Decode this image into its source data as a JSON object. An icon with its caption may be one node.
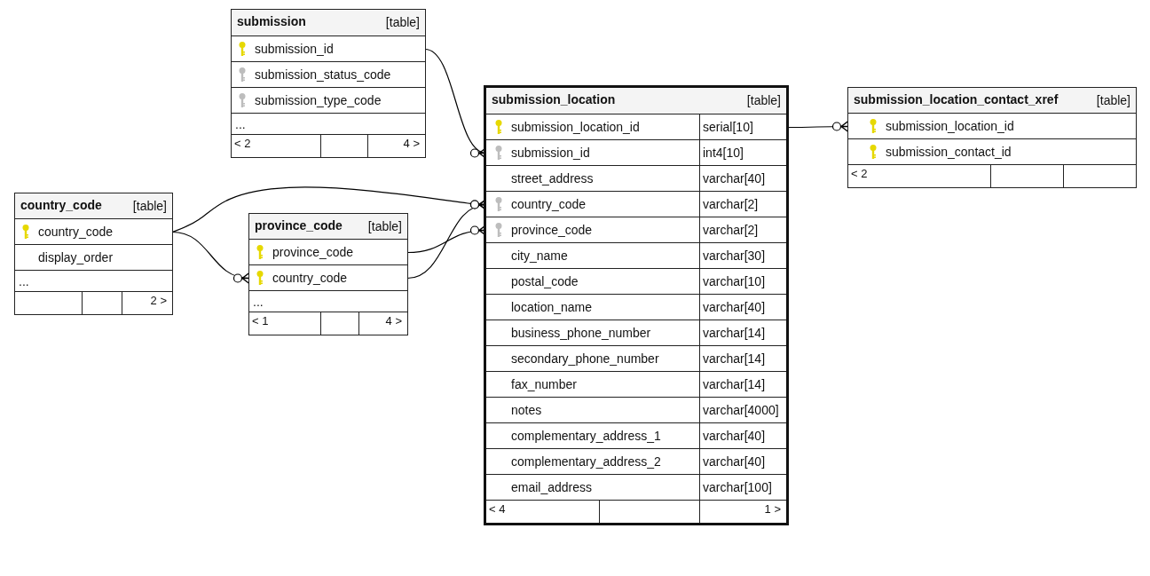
{
  "diagram": {
    "nodes": [
      {
        "text": [
          "submission",
          "[table]"
        ]
      },
      {
        "text": [
          "submission_id"
        ],
        "in": 0
      },
      {
        "text": [
          "submission_status_code"
        ],
        "in": 0
      },
      {
        "text": [
          "submission_type_code"
        ],
        "in": 0
      },
      {
        "text": [
          "..."
        ],
        "in": 0
      },
      {
        "text": [
          "< 2",
          "4 >"
        ],
        "in": 0
      },
      {
        "text": [
          "country_code",
          "[table]"
        ]
      },
      {
        "text": [
          "country_code"
        ],
        "in": 6
      },
      {
        "text": [
          "display_order"
        ],
        "in": 6
      },
      {
        "text": [
          "..."
        ],
        "in": 6
      },
      {
        "text": [
          "2 >"
        ],
        "in": 6
      },
      {
        "text": [
          "province_code",
          "[table]"
        ]
      },
      {
        "text": [
          "province_code"
        ],
        "in": 11
      },
      {
        "text": [
          "country_code"
        ],
        "in": 11
      },
      {
        "text": [
          "..."
        ],
        "in": 11
      },
      {
        "text": [
          "< 1",
          "4 >"
        ],
        "in": 11
      },
      {
        "text": [
          "submission_location",
          "[table]"
        ]
      },
      {
        "text": [
          "submission_location_id",
          "serial[10]"
        ],
        "in": 16
      },
      {
        "text": [
          "submission_id",
          "int4[10]"
        ],
        "in": 16
      },
      {
        "text": [
          "street_address",
          "varchar[40]"
        ],
        "in": 16
      },
      {
        "text": [
          "country_code",
          "varchar[2]"
        ],
        "in": 16
      },
      {
        "text": [
          "province_code",
          "varchar[2]"
        ],
        "in": 16
      },
      {
        "text": [
          "city_name",
          "varchar[30]"
        ],
        "in": 16
      },
      {
        "text": [
          "postal_code",
          "varchar[10]"
        ],
        "in": 16
      },
      {
        "text": [
          "location_name",
          "varchar[40]"
        ],
        "in": 16
      },
      {
        "text": [
          "business_phone_number",
          "varchar[14]"
        ],
        "in": 16
      },
      {
        "text": [
          "secondary_phone_number",
          "varchar[14]"
        ],
        "in": 16
      },
      {
        "text": [
          "fax_number",
          "varchar[14]"
        ],
        "in": 16
      },
      {
        "text": [
          "notes",
          "varchar[4000]"
        ],
        "in": 16
      },
      {
        "text": [
          "complementary_address_1",
          "varchar[40]"
        ],
        "in": 16
      },
      {
        "text": [
          "complementary_address_2",
          "varchar[40]"
        ],
        "in": 16
      },
      {
        "text": [
          "email_address",
          "varchar[100]"
        ],
        "in": 16
      },
      {
        "text": [
          "< 4",
          "1 >"
        ],
        "in": 16
      },
      {
        "text": [
          "submission_location_contact_xref",
          "[table]"
        ]
      },
      {
        "text": [
          "submission_location_id"
        ],
        "in": 33
      },
      {
        "text": [
          "submission_contact_id"
        ],
        "in": 33
      },
      {
        "text": [
          "< 2"
        ],
        "in": 33
      }
    ],
    "edges": [
      {
        "from": 1,
        "to": 18,
        "arrow": "other"
      },
      {
        "from": 7,
        "to": 20,
        "arrow": "other"
      },
      {
        "from": 7,
        "to": 13,
        "arrow": "other"
      },
      {
        "from": 12,
        "to": 21,
        "arrow": "other"
      },
      {
        "from": 13,
        "to": 20,
        "arrow": "other"
      },
      {
        "from": 17,
        "to": 34,
        "arrow": "other"
      }
    ]
  }
}
